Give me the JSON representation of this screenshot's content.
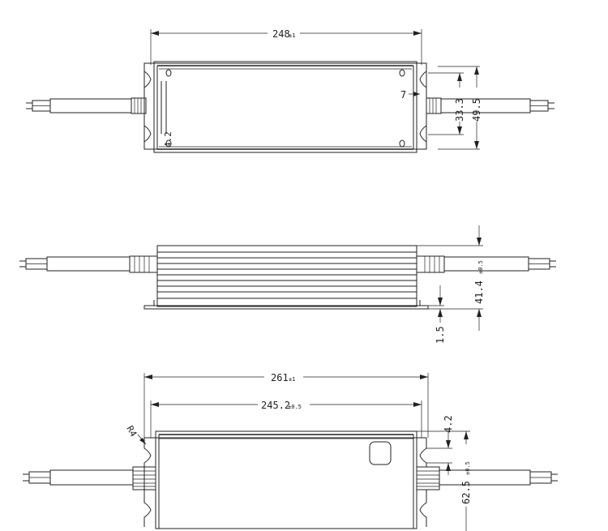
{
  "top_view": {
    "dim_length": "248",
    "dim_length_tol": "±1",
    "dim_hole_dia": "7",
    "dim_hole_offset": "4.2",
    "dim_hole_pitch": "33.3",
    "dim_width": "49.5"
  },
  "side_view": {
    "dim_height": "41.4",
    "dim_height_tol": "±0.5",
    "dim_flange": "1.5"
  },
  "bottom_view": {
    "dim_overall": "261",
    "dim_overall_tol": "±1",
    "dim_body": "245.2",
    "dim_body_tol": "±0.5",
    "dim_radius": "R4",
    "dim_slot": "4.2",
    "dim_width": "62.5",
    "dim_width_tol": "±0.5"
  }
}
